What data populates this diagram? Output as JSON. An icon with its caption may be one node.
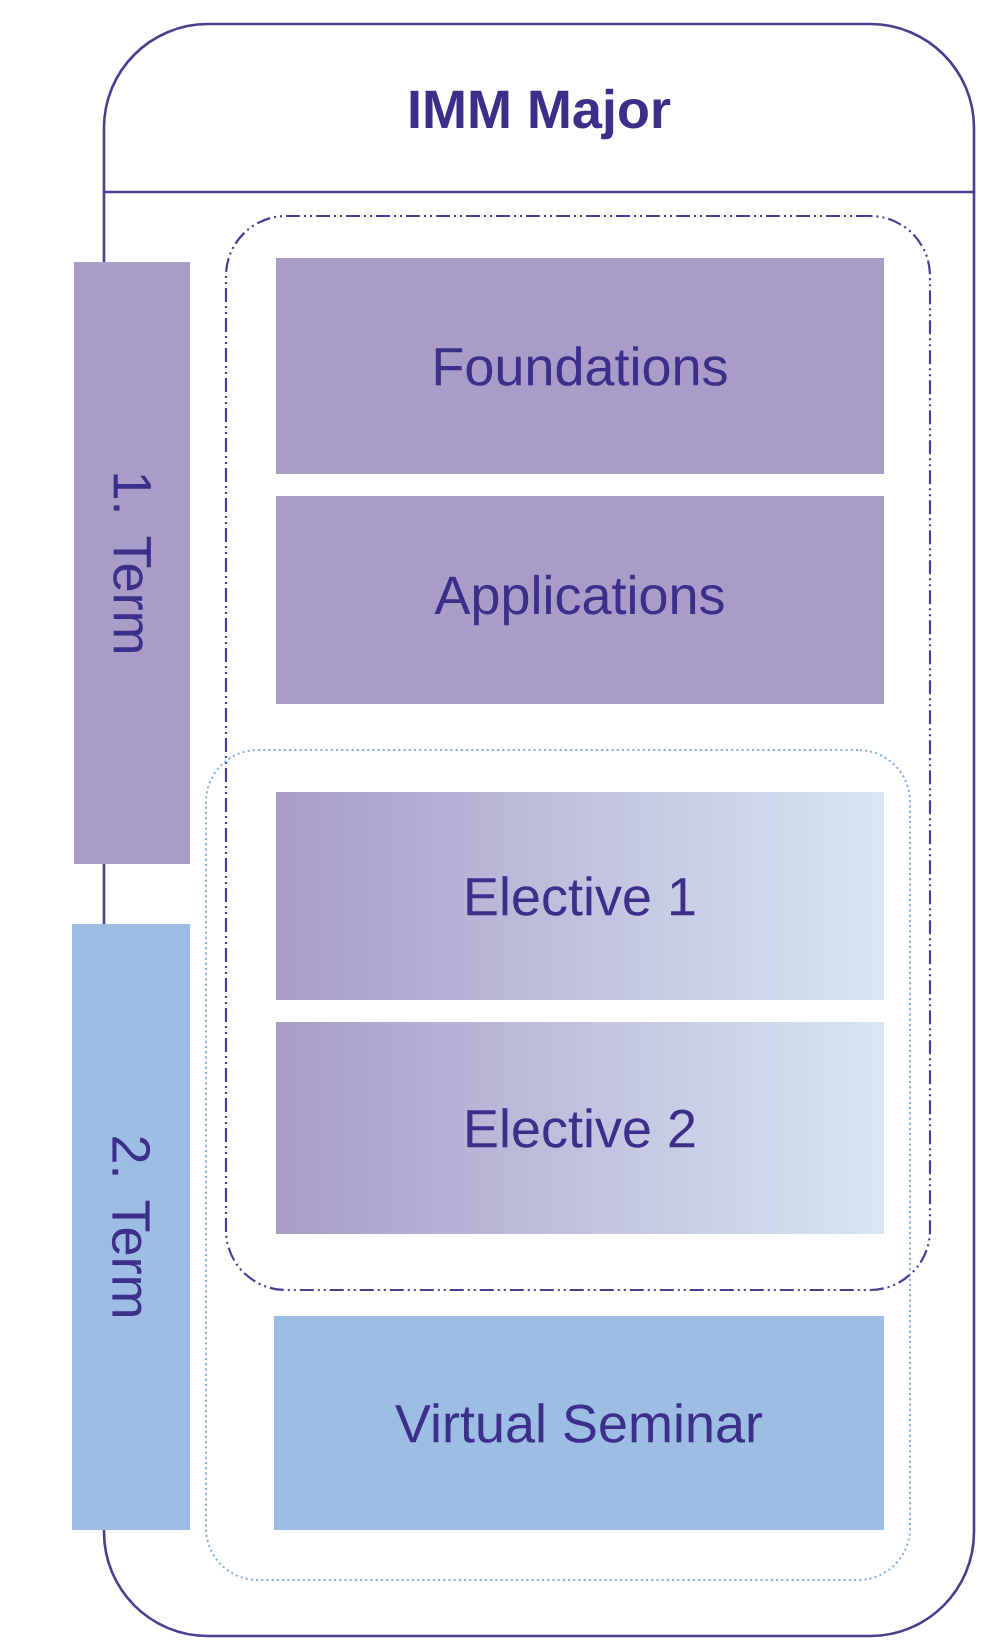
{
  "diagram": {
    "nodes": [
      {
        "text": [
          "IMM Major"
        ]
      },
      {
        "text": [
          "1. Term"
        ]
      },
      {
        "text": [
          "2. Term"
        ]
      },
      {
        "text": [],
        "shape": "box",
        "in": 0
      },
      {
        "text": [
          "Foundations"
        ],
        "in": 3
      },
      {
        "text": [
          "Applications"
        ],
        "in": 3
      },
      {
        "text": [],
        "shape": "box",
        "in": 0
      },
      {
        "text": [
          "Elective 1"
        ]
      },
      {
        "text": [
          "Elective  2"
        ]
      },
      {
        "text": [
          "Virtual Seminar"
        ],
        "in": 6
      }
    ]
  }
}
